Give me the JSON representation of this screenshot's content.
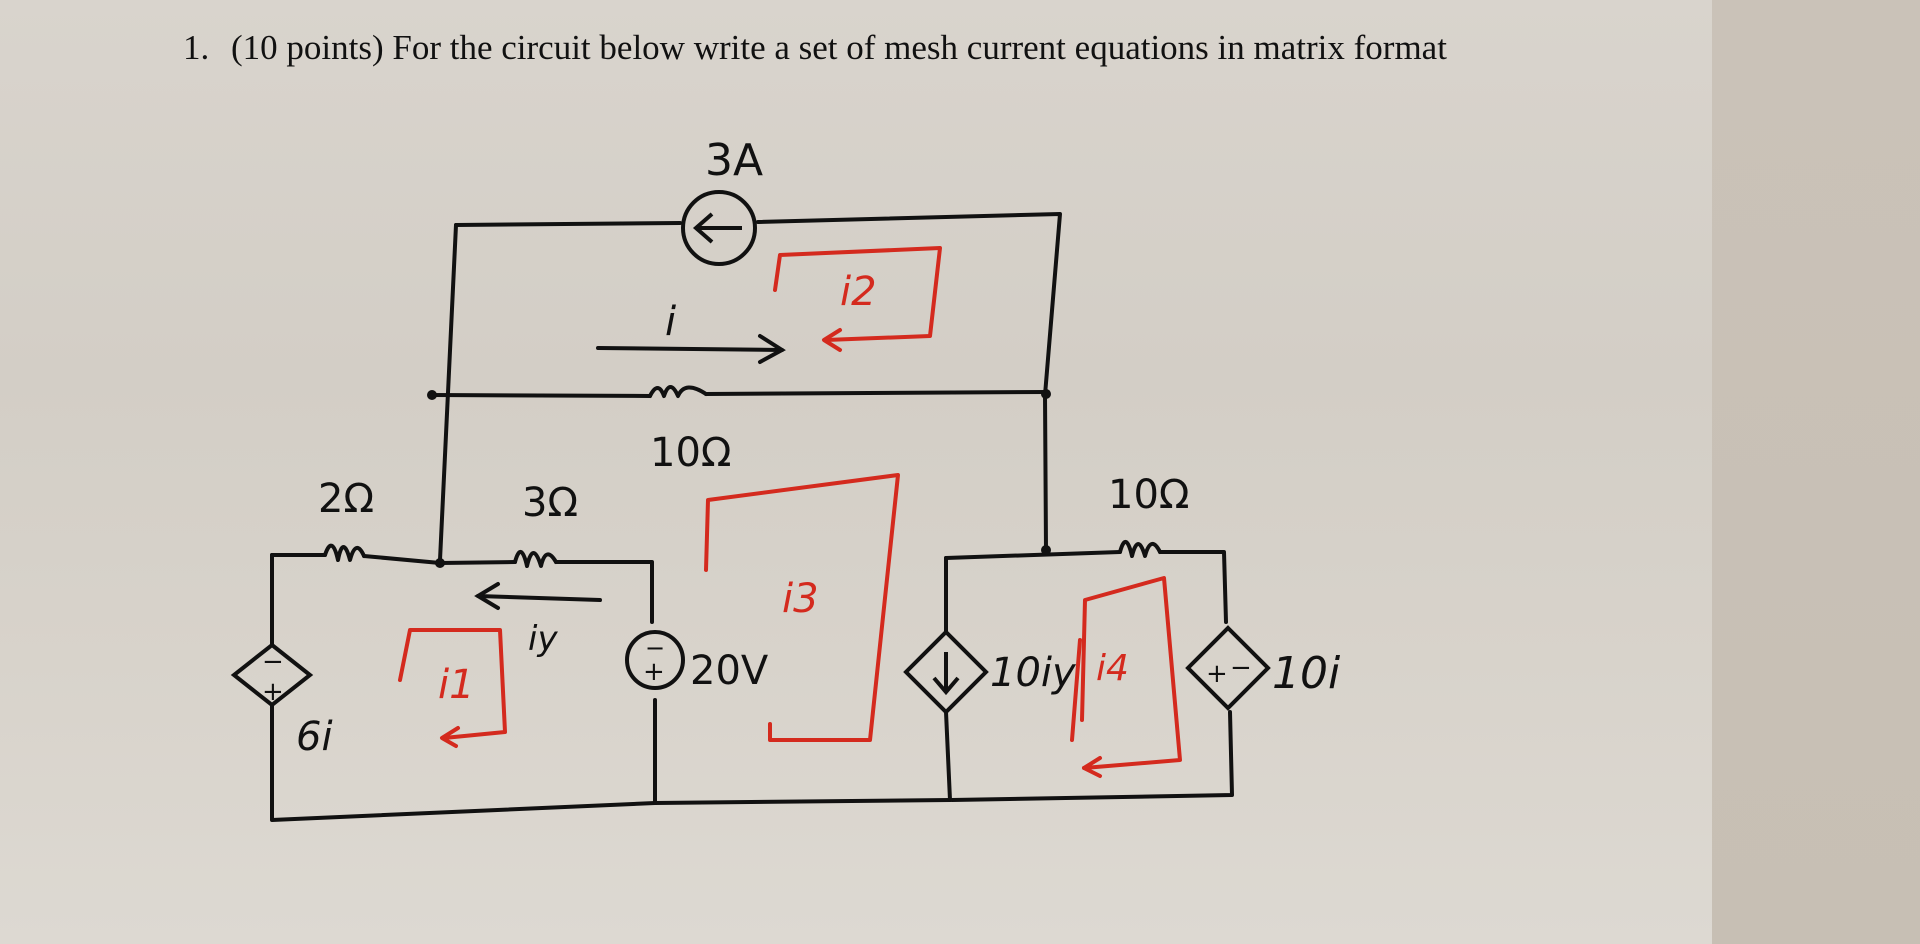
{
  "problem": {
    "number": "1.",
    "text": "(10 points) For the circuit below write a set of mesh current equations in matrix format"
  },
  "circuit": {
    "labels": {
      "current_source": "3A",
      "current_i": "i",
      "mesh_i2": "i2",
      "resistor_top": "10Ω",
      "resistor_2": "2Ω",
      "resistor_3": "3Ω",
      "resistor_right": "10Ω",
      "current_iy": "iy",
      "dep_source_left": "6i",
      "mesh_i1": "i1",
      "voltage_source": "20V",
      "mesh_i3": "i3",
      "dep_current_source": "10iy",
      "mesh_i4": "i4",
      "dep_source_right": "10i"
    },
    "colors": {
      "wire": "#111111",
      "mesh": "#d42a1e"
    }
  }
}
